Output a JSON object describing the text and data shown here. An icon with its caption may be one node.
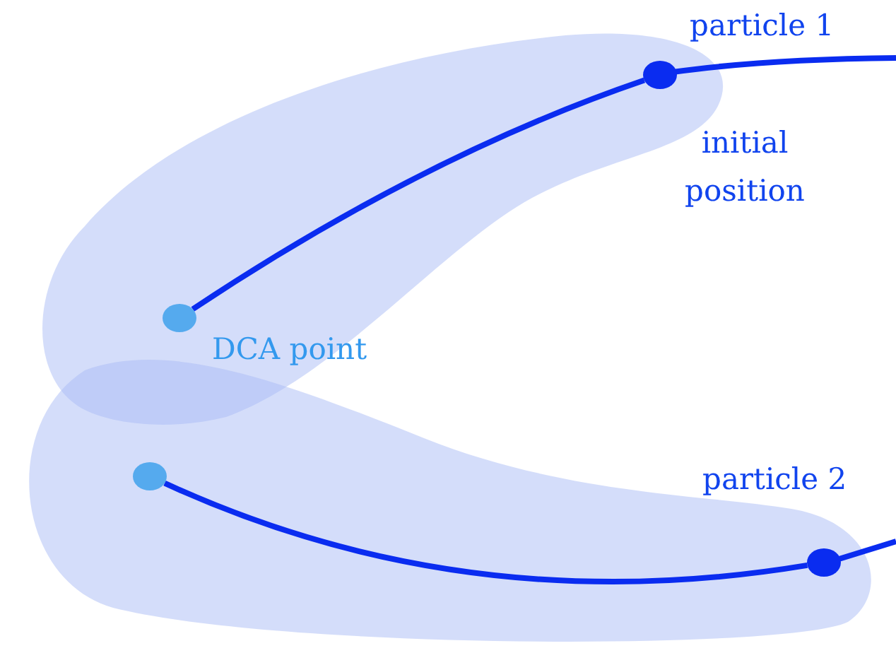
{
  "diagram": {
    "nodes": [
      {
        "text": [],
        "shape": "circle"
      },
      {
        "text": [],
        "shape": "circle"
      },
      {
        "text": [],
        "shape": "circle"
      },
      {
        "text": [],
        "shape": "circle"
      }
    ],
    "edges": [
      {
        "from": 1,
        "to": 0,
        "arrow": "none"
      },
      {
        "from": 3,
        "to": 2,
        "arrow": "none"
      }
    ],
    "labels": [
      "particle 1",
      "initial position",
      "DCA point",
      "particle 2"
    ]
  }
}
